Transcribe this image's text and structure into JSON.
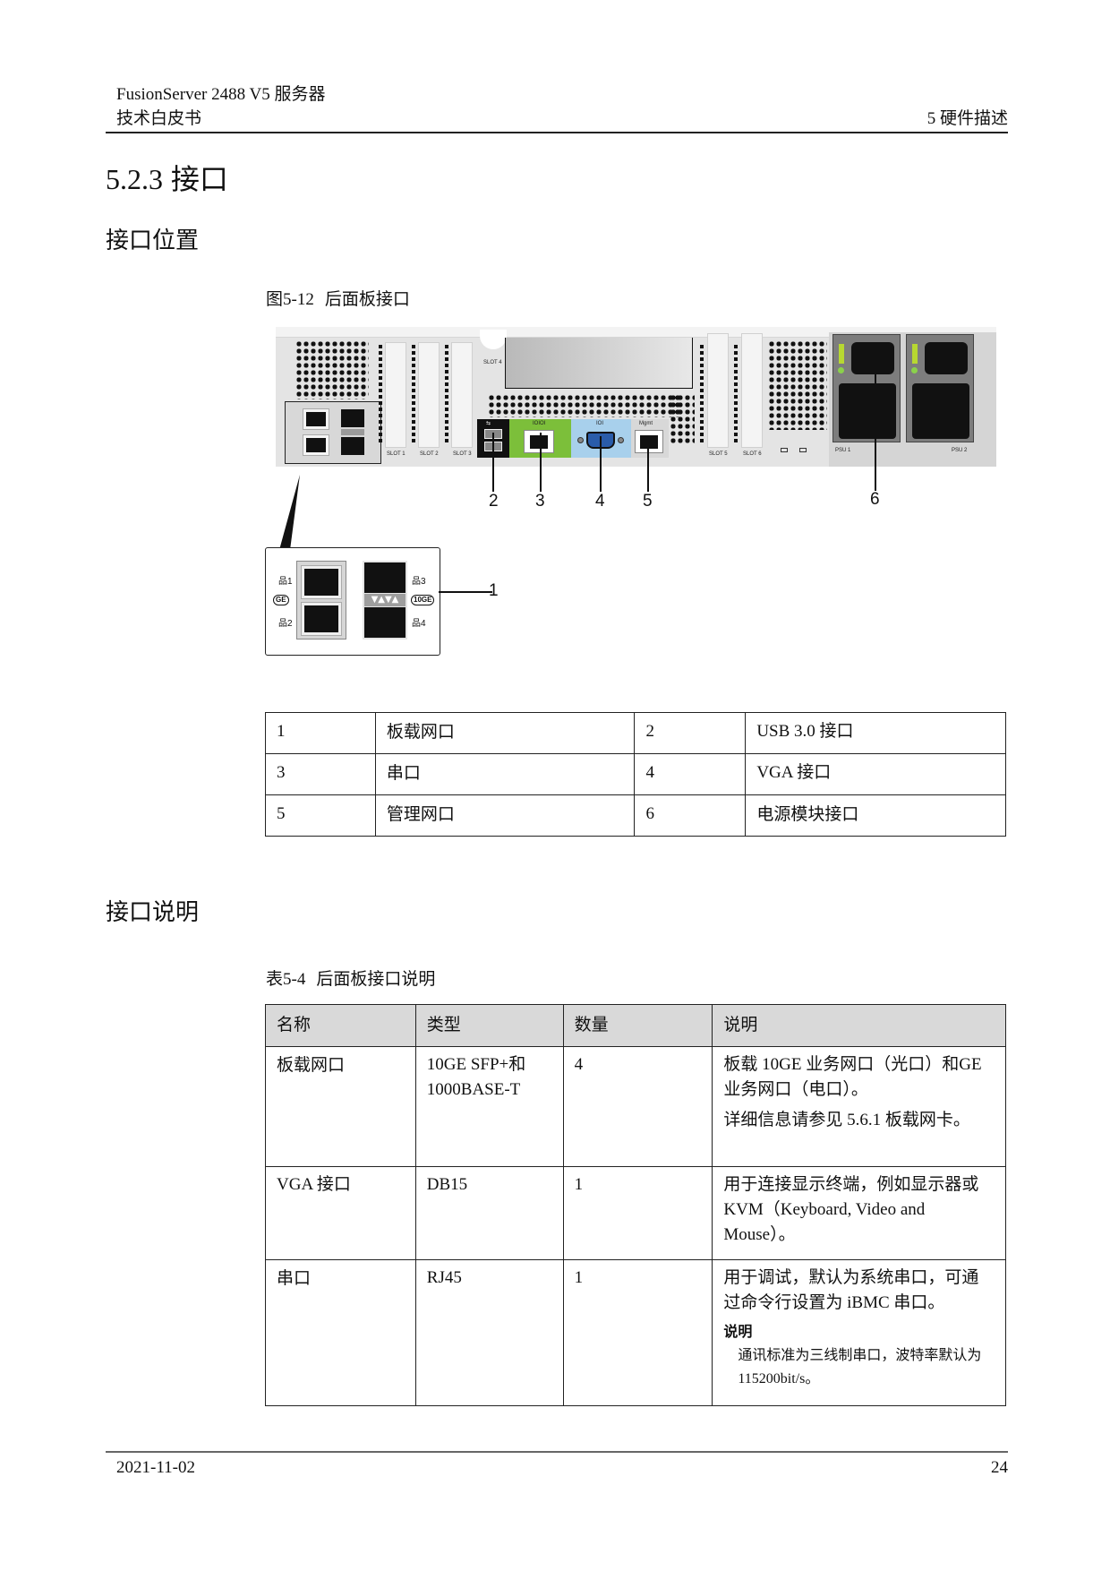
{
  "header": {
    "doc_title": "FusionServer 2488 V5  服务器",
    "doc_subtitle": "技术白皮书",
    "chapter": "5  硬件描述"
  },
  "section": {
    "number": "5.2.3",
    "title": "接口"
  },
  "subsections": {
    "location": "接口位置",
    "description": "接口说明"
  },
  "figure": {
    "label": "图5-12",
    "title": "后面板接口",
    "slot_labels": [
      "SLOT 1",
      "SLOT 2",
      "SLOT 3",
      "SLOT 4",
      "SLOT 5",
      "SLOT 6"
    ],
    "panel_labels": {
      "serial": "IOIOI",
      "vga": "IOI",
      "mgmt": "Mgmt",
      "psu1": "PSU 1",
      "psu2": "PSU 2"
    },
    "callouts": [
      "1",
      "2",
      "3",
      "4",
      "5",
      "6"
    ],
    "detail": {
      "port1": "1",
      "port2": "2",
      "port3": "3",
      "port4": "4",
      "ge_badge": "GE",
      "tenge_badge": "10GE"
    },
    "colors": {
      "serial_panel": "#7cbf3a",
      "vga_panel": "#a8d0ec",
      "vga_connector": "#2a5caa",
      "psu_latch": "#b7d831",
      "psu_led": "#8bd14b"
    }
  },
  "legend_table": {
    "rows": [
      [
        "1",
        "板载网口",
        "2",
        "USB 3.0 接口"
      ],
      [
        "3",
        "串口",
        "4",
        "VGA 接口"
      ],
      [
        "5",
        "管理网口",
        "6",
        "电源模块接口"
      ]
    ]
  },
  "table": {
    "label": "表5-4",
    "title": "后面板接口说明",
    "headers": [
      "名称",
      "类型",
      "数量",
      "说明"
    ],
    "rows": [
      {
        "name": "板载网口",
        "type_line1": "10GE SFP+和",
        "type_line2": "1000BASE-T",
        "count": "4",
        "desc_p1": "板载 10GE 业务网口（光口）和GE 业务网口（电口）。",
        "desc_p2": "详细信息请参见 5.6.1  板载网卡。"
      },
      {
        "name": "VGA 接口",
        "type": "DB15",
        "count": "1",
        "desc_p1": "用于连接显示终端，例如显示器或 KVM（Keyboard, Video and Mouse）。"
      },
      {
        "name": "串口",
        "type": "RJ45",
        "count": "1",
        "desc_p1": "用于调试，默认为系统串口，可通过命令行设置为 iBMC 串口。",
        "note_title": "说明",
        "note_body": "通讯标准为三线制串口，波特率默认为 115200bit/s。"
      }
    ]
  },
  "footer": {
    "date": "2021-11-02",
    "page": "24"
  }
}
